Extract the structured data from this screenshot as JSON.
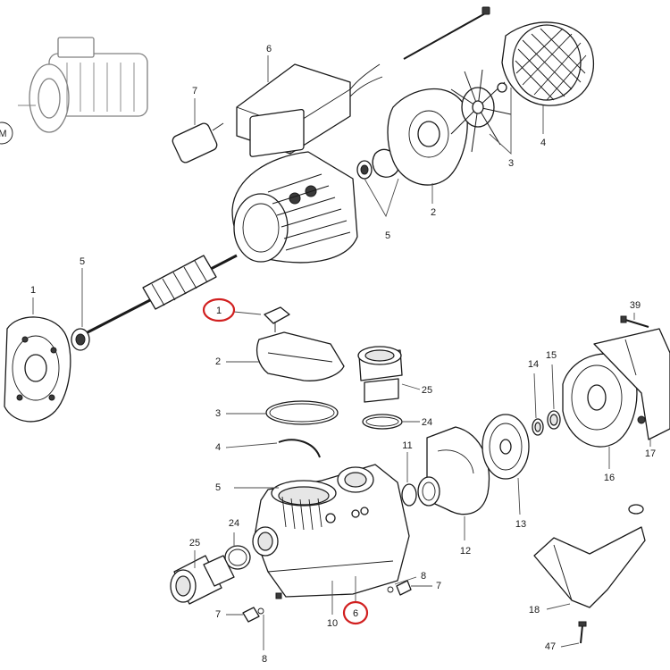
{
  "diagram": {
    "motor_callouts": {
      "m": "M",
      "c1": "1",
      "c2": "2",
      "c3": "3",
      "c4": "4",
      "c5a": "5",
      "c5b": "5",
      "c6": "6",
      "c7": "7"
    },
    "pump_callouts": {
      "c1": "1",
      "c2": "2",
      "c3": "3",
      "c4": "4",
      "c5": "5",
      "c6": "6",
      "c7a": "7",
      "c7b": "7",
      "c8a": "8",
      "c8b": "8",
      "c10": "10",
      "c11": "11",
      "c12": "12",
      "c13": "13",
      "c14": "14",
      "c15": "15",
      "c16": "16",
      "c17": "17",
      "c18": "18",
      "c24a": "24",
      "c24b": "24",
      "c25a": "25",
      "c25b": "25",
      "c39": "39",
      "c47": "47"
    },
    "highlight_color": "#d11f1f"
  }
}
